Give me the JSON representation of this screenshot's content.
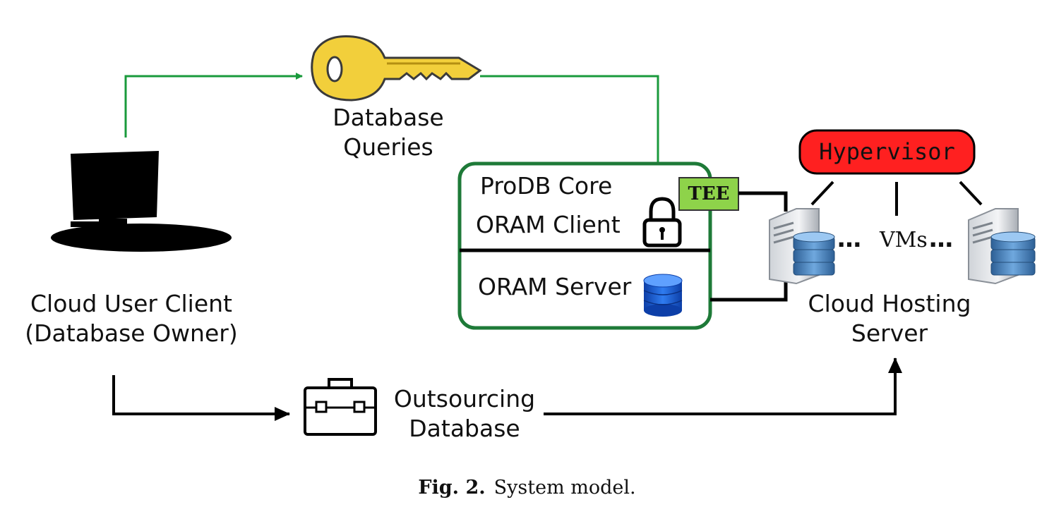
{
  "nodes": {
    "user_client": {
      "line1": "Cloud User Client",
      "line2": "(Database Owner)"
    },
    "queries": {
      "line1": "Database",
      "line2": "Queries"
    },
    "prodb_core": "ProDB Core",
    "oram_client": "ORAM Client",
    "oram_server": "ORAM Server",
    "tee": "TEE",
    "hypervisor": "Hypervisor",
    "vms": "VMs",
    "vm_dots_left": "…",
    "vm_dots_right": "…",
    "hosting_server": {
      "line1": "Cloud Hosting",
      "line2": "Server"
    },
    "outsourcing": {
      "line1": "Outsourcing",
      "line2": "Database"
    }
  },
  "caption": {
    "label": "Fig. 2.",
    "text": "System model."
  },
  "colors": {
    "green_arrow": "#1a9a3c",
    "prodb_border": "#1e7a38",
    "tee_fill": "#8ed34a",
    "hypervisor_fill": "#ff2020",
    "key_fill": "#f2cf3b",
    "db_blue": "#1f5fd0",
    "black": "#000000"
  },
  "icons": [
    "computer-icon",
    "key-icon",
    "lock-icon",
    "database-icon",
    "server-icon",
    "briefcase-icon"
  ]
}
